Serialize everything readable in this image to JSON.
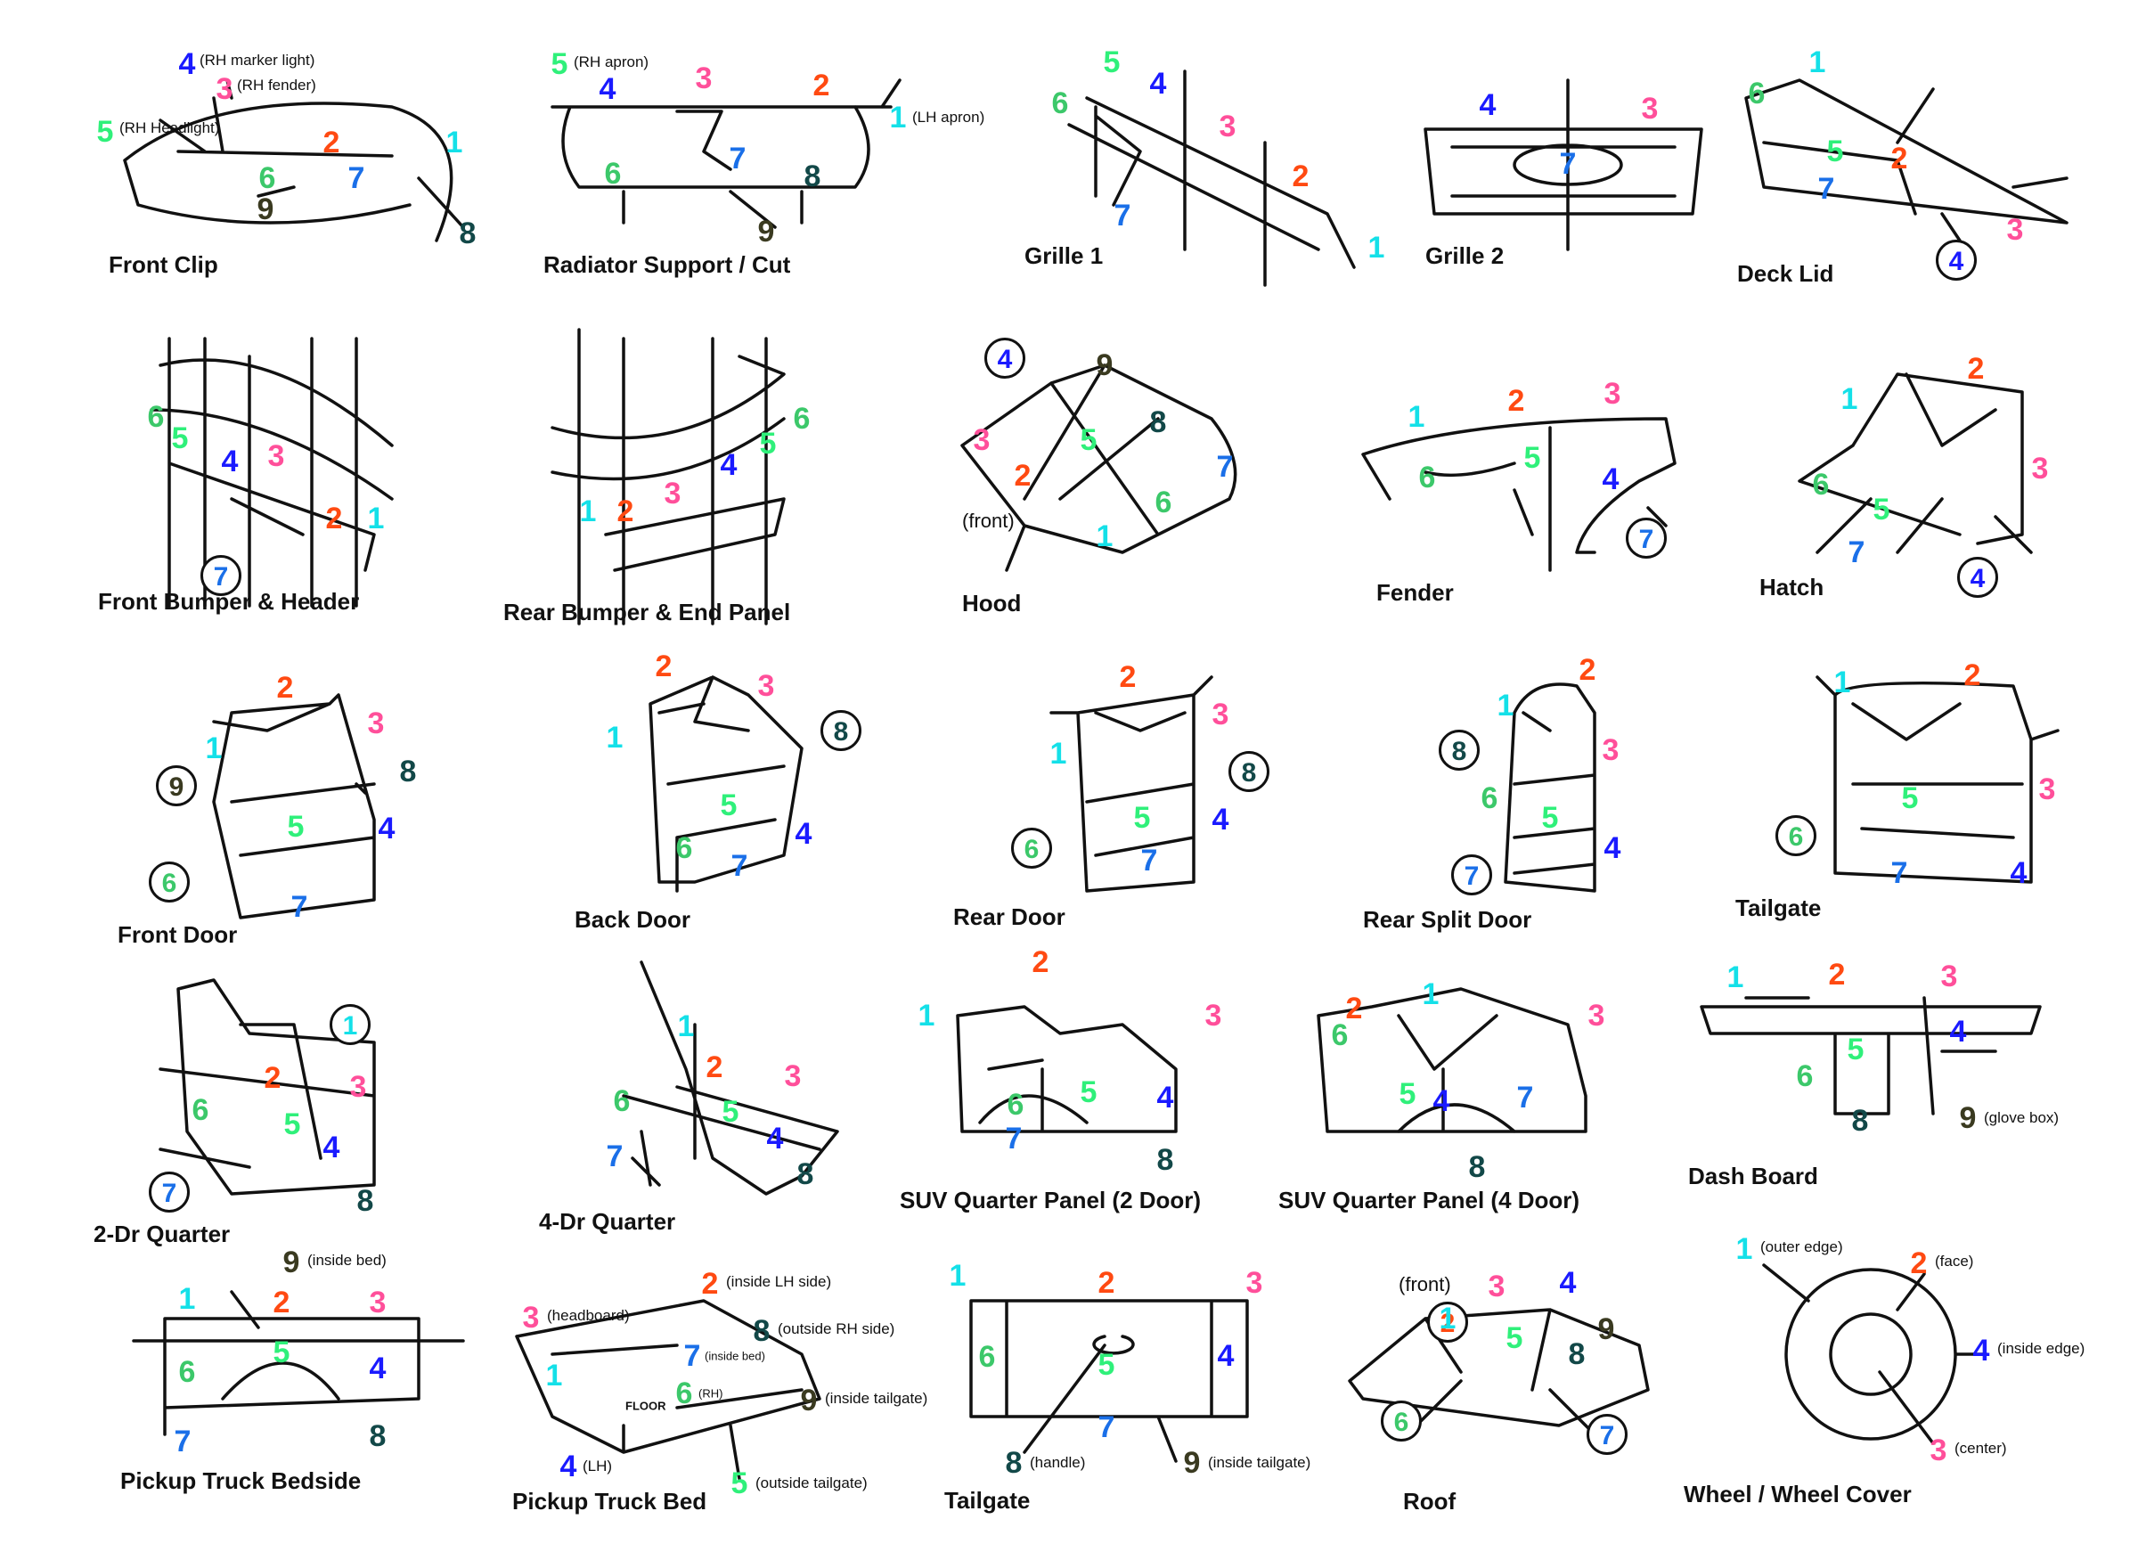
{
  "colors": {
    "1": "#14e0e8",
    "2": "#ff4a12",
    "3": "#ff4f9a",
    "4": "#1a1aff",
    "5": "#2ff07a",
    "6": "#3cc86a",
    "7": "#1a6fe8",
    "8": "#124848",
    "9": "#3a3a20"
  },
  "parts": [
    {
      "title": "Front Clip",
      "labels": [
        {
          "n": "4",
          "note": "(RH marker light)"
        },
        {
          "n": "3",
          "note": "(RH fender)"
        },
        {
          "n": "5",
          "note": "(RH Headlight)"
        },
        {
          "n": "2"
        },
        {
          "n": "1"
        },
        {
          "n": "6"
        },
        {
          "n": "7"
        },
        {
          "n": "9"
        },
        {
          "n": "8"
        }
      ]
    },
    {
      "title": "Radiator Support / Cut",
      "labels": [
        {
          "n": "5",
          "note": "(RH apron)"
        },
        {
          "n": "4"
        },
        {
          "n": "3"
        },
        {
          "n": "2"
        },
        {
          "n": "1",
          "note": "(LH apron)"
        },
        {
          "n": "7"
        },
        {
          "n": "6"
        },
        {
          "n": "8"
        },
        {
          "n": "9"
        }
      ]
    },
    {
      "title": "Grille 1",
      "labels": [
        {
          "n": "5"
        },
        {
          "n": "4"
        },
        {
          "n": "6"
        },
        {
          "n": "3"
        },
        {
          "n": "2"
        },
        {
          "n": "7"
        },
        {
          "n": "1"
        }
      ]
    },
    {
      "title": "Grille 2",
      "labels": [
        {
          "n": "4"
        },
        {
          "n": "3"
        },
        {
          "n": "7"
        }
      ]
    },
    {
      "title": "Deck Lid",
      "labels": [
        {
          "n": "1"
        },
        {
          "n": "6"
        },
        {
          "n": "5"
        },
        {
          "n": "2"
        },
        {
          "n": "7"
        },
        {
          "n": "3"
        },
        {
          "n": "4"
        }
      ]
    },
    {
      "title": "Front Bumper & Header",
      "labels": [
        {
          "n": "6"
        },
        {
          "n": "5"
        },
        {
          "n": "4"
        },
        {
          "n": "3"
        },
        {
          "n": "2"
        },
        {
          "n": "1"
        },
        {
          "n": "7"
        }
      ]
    },
    {
      "title": "Rear Bumper & End Panel",
      "labels": [
        {
          "n": "6"
        },
        {
          "n": "5"
        },
        {
          "n": "4"
        },
        {
          "n": "1"
        },
        {
          "n": "2"
        },
        {
          "n": "3"
        }
      ]
    },
    {
      "title": "Hood",
      "labels": [
        {
          "n": "4"
        },
        {
          "n": "9"
        },
        {
          "n": "3"
        },
        {
          "n": "5"
        },
        {
          "n": "8"
        },
        {
          "n": "2"
        },
        {
          "n": "7"
        },
        {
          "n": "6"
        },
        {
          "n": "1"
        }
      ],
      "extra": "(front)"
    },
    {
      "title": "Fender",
      "labels": [
        {
          "n": "1"
        },
        {
          "n": "2"
        },
        {
          "n": "3"
        },
        {
          "n": "6"
        },
        {
          "n": "5"
        },
        {
          "n": "4"
        },
        {
          "n": "7"
        }
      ]
    },
    {
      "title": "Hatch",
      "labels": [
        {
          "n": "2"
        },
        {
          "n": "1"
        },
        {
          "n": "3"
        },
        {
          "n": "6"
        },
        {
          "n": "5"
        },
        {
          "n": "7"
        },
        {
          "n": "4"
        }
      ]
    },
    {
      "title": "Front Door",
      "labels": [
        {
          "n": "2"
        },
        {
          "n": "3"
        },
        {
          "n": "1"
        },
        {
          "n": "9"
        },
        {
          "n": "8"
        },
        {
          "n": "5"
        },
        {
          "n": "4"
        },
        {
          "n": "6"
        },
        {
          "n": "7"
        }
      ]
    },
    {
      "title": "Back Door",
      "labels": [
        {
          "n": "2"
        },
        {
          "n": "3"
        },
        {
          "n": "1"
        },
        {
          "n": "8"
        },
        {
          "n": "5"
        },
        {
          "n": "6"
        },
        {
          "n": "7"
        },
        {
          "n": "4"
        }
      ]
    },
    {
      "title": "Rear Door",
      "labels": [
        {
          "n": "2"
        },
        {
          "n": "3"
        },
        {
          "n": "1"
        },
        {
          "n": "8"
        },
        {
          "n": "6"
        },
        {
          "n": "5"
        },
        {
          "n": "4"
        },
        {
          "n": "7"
        }
      ]
    },
    {
      "title": "Rear Split Door",
      "labels": [
        {
          "n": "2"
        },
        {
          "n": "1"
        },
        {
          "n": "3"
        },
        {
          "n": "8"
        },
        {
          "n": "6"
        },
        {
          "n": "5"
        },
        {
          "n": "4"
        },
        {
          "n": "7"
        }
      ]
    },
    {
      "title": "Tailgate",
      "labels": [
        {
          "n": "1"
        },
        {
          "n": "2"
        },
        {
          "n": "3"
        },
        {
          "n": "6"
        },
        {
          "n": "5"
        },
        {
          "n": "7"
        },
        {
          "n": "4"
        }
      ]
    },
    {
      "title": "2-Dr Quarter",
      "labels": [
        {
          "n": "1"
        },
        {
          "n": "2"
        },
        {
          "n": "3"
        },
        {
          "n": "6"
        },
        {
          "n": "5"
        },
        {
          "n": "4"
        },
        {
          "n": "7"
        },
        {
          "n": "8"
        }
      ]
    },
    {
      "title": "4-Dr Quarter",
      "labels": [
        {
          "n": "1"
        },
        {
          "n": "2"
        },
        {
          "n": "3"
        },
        {
          "n": "6"
        },
        {
          "n": "5"
        },
        {
          "n": "4"
        },
        {
          "n": "7"
        },
        {
          "n": "8"
        }
      ]
    },
    {
      "title": "SUV Quarter Panel (2 Door)",
      "labels": [
        {
          "n": "2"
        },
        {
          "n": "1"
        },
        {
          "n": "3"
        },
        {
          "n": "6"
        },
        {
          "n": "5"
        },
        {
          "n": "4"
        },
        {
          "n": "7"
        },
        {
          "n": "8"
        }
      ]
    },
    {
      "title": "SUV Quarter Panel (4 Door)",
      "labels": [
        {
          "n": "2"
        },
        {
          "n": "1"
        },
        {
          "n": "3"
        },
        {
          "n": "6"
        },
        {
          "n": "5"
        },
        {
          "n": "4"
        },
        {
          "n": "7"
        },
        {
          "n": "8"
        }
      ]
    },
    {
      "title": "Dash Board",
      "labels": [
        {
          "n": "1"
        },
        {
          "n": "2"
        },
        {
          "n": "3"
        },
        {
          "n": "4"
        },
        {
          "n": "5"
        },
        {
          "n": "6"
        },
        {
          "n": "8"
        },
        {
          "n": "9",
          "note": "(glove box)"
        }
      ]
    },
    {
      "title": "Pickup Truck Bedside",
      "labels": [
        {
          "n": "9",
          "note": "(inside bed)"
        },
        {
          "n": "1"
        },
        {
          "n": "2"
        },
        {
          "n": "3"
        },
        {
          "n": "6"
        },
        {
          "n": "5"
        },
        {
          "n": "4"
        },
        {
          "n": "7"
        },
        {
          "n": "8"
        }
      ]
    },
    {
      "title": "Pickup Truck Bed",
      "labels": [
        {
          "n": "2",
          "note": "(inside LH side)"
        },
        {
          "n": "3",
          "note": "(headboard)"
        },
        {
          "n": "8",
          "note": "(outside RH side)"
        },
        {
          "n": "7",
          "note": "(inside bed)"
        },
        {
          "n": "1"
        },
        {
          "n": "6",
          "note": "(RH)"
        },
        {
          "n": "9",
          "note": "(inside tailgate)"
        },
        {
          "n": "4",
          "note": "(LH)"
        },
        {
          "n": "5",
          "note": "(outside tailgate)"
        }
      ],
      "extra": "FLOOR"
    },
    {
      "title": "Tailgate",
      "labels": [
        {
          "n": "1"
        },
        {
          "n": "2"
        },
        {
          "n": "3"
        },
        {
          "n": "6"
        },
        {
          "n": "5"
        },
        {
          "n": "4"
        },
        {
          "n": "7"
        },
        {
          "n": "8",
          "note": "(handle)"
        },
        {
          "n": "9",
          "note": "(inside tailgate)"
        }
      ]
    },
    {
      "title": "Roof",
      "labels": [
        {
          "n": "3"
        },
        {
          "n": "4"
        },
        {
          "n": "2"
        },
        {
          "n": "1"
        },
        {
          "n": "5"
        },
        {
          "n": "9"
        },
        {
          "n": "8"
        },
        {
          "n": "6"
        },
        {
          "n": "7"
        }
      ],
      "extra": "(front)"
    },
    {
      "title": "Wheel / Wheel Cover",
      "labels": [
        {
          "n": "1",
          "note": "(outer edge)"
        },
        {
          "n": "2",
          "note": "(face)"
        },
        {
          "n": "4",
          "note": "(inside edge)"
        },
        {
          "n": "3",
          "note": "(center)"
        }
      ]
    }
  ]
}
